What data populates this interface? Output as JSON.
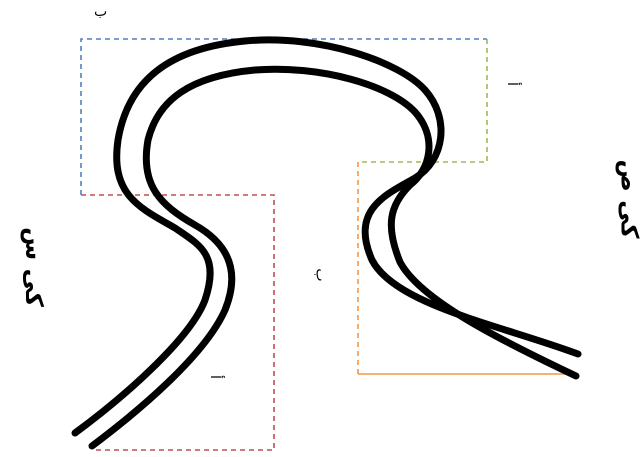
{
  "labels": {
    "top_ba": "ب",
    "right_alef": "أ",
    "middle_ba": "ب",
    "bottom_alef": "أ",
    "left_axis": "كى س",
    "right_axis": "كى ص"
  },
  "colors": {
    "road": "#000000",
    "blue_box": "#4f81bd",
    "green_box": "#9bbb59",
    "red_box": "#c0504d",
    "orange_box": "#f79646"
  }
}
